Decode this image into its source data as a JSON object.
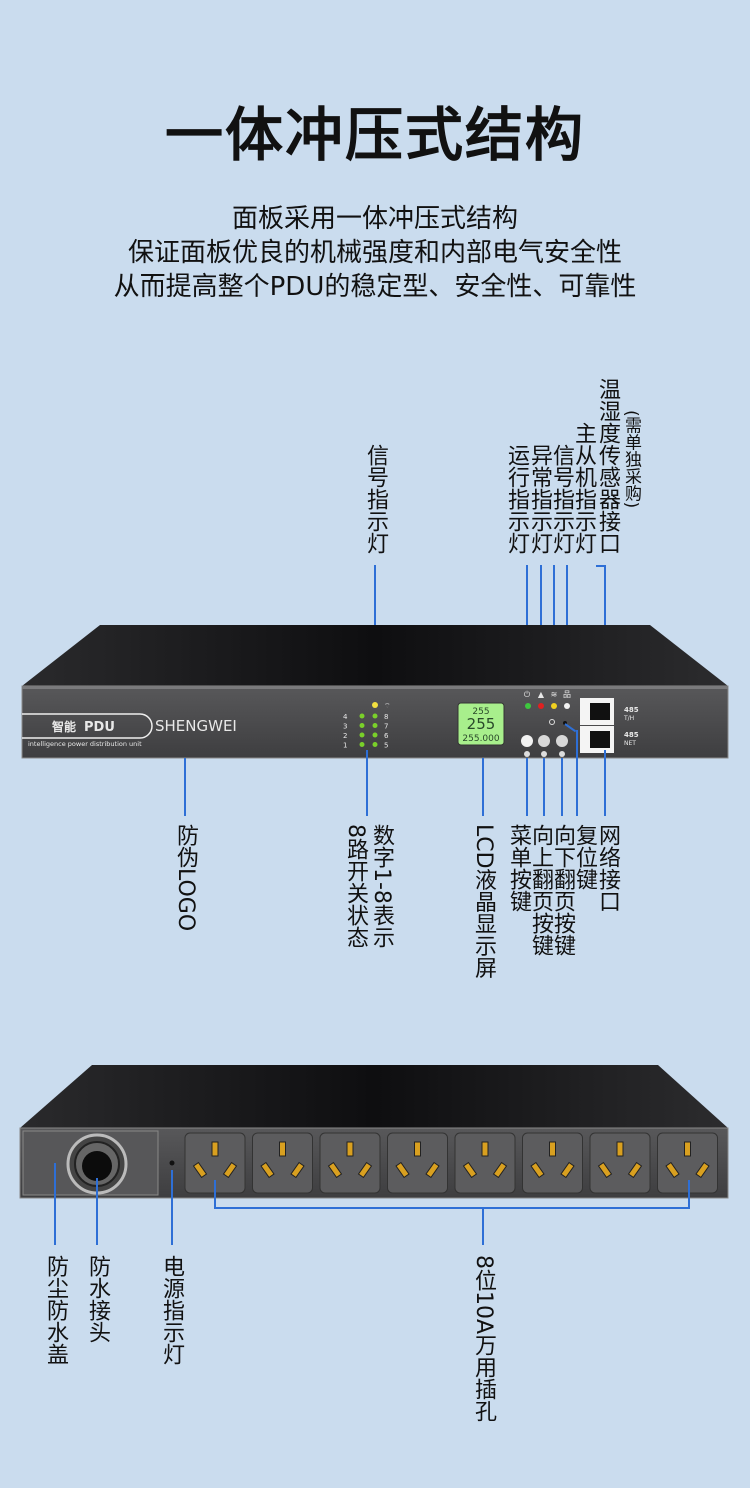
{
  "title": "一体冲压式结构",
  "subtitle_lines": [
    "面板采用一体冲压式结构",
    "保证面板优良的机械强度和内部电气安全性",
    "从而提高整个PDU的稳定型、安全性、可靠性"
  ],
  "front_panel": {
    "brand_cn": "智能",
    "brand_pdu": "PDU",
    "brand_name": "SHENGWEI",
    "tagline": "intelligence power distribution unit",
    "switch_numbers_left": [
      "4",
      "3",
      "2",
      "1"
    ],
    "switch_numbers_right": [
      "8",
      "7",
      "6",
      "5"
    ],
    "lcd_lines": [
      "255",
      "255",
      "255.000"
    ],
    "port_labels": [
      [
        "485",
        "T/H"
      ],
      [
        "485",
        "NET"
      ]
    ],
    "led_colors": {
      "run": "#3ec83e",
      "alarm": "#e02020",
      "signal": "#f0d020",
      "master": "#f2f2f2",
      "switch": "#7ad02a"
    }
  },
  "front_labels_top": {
    "signal_light": "信号指示灯",
    "run_light": "运行指示灯",
    "alarm_light": "异常指示灯",
    "signal_light2": "信号指示灯",
    "master_slave_light": "主从机指示灯",
    "th_port": "温湿度传感器接口",
    "th_port_note": "(需单独采购)"
  },
  "front_labels_bottom": {
    "logo": "防伪LOGO",
    "switch_status_1": "数字1-8表示",
    "switch_status_2": "8路开关状态",
    "lcd": "LCD液晶显示屏",
    "menu_key": "菜单按键",
    "up_key": "向上翻页按键",
    "down_key": "向下翻页按键",
    "reset_key": "复位键",
    "network_port": "网络接口"
  },
  "rear": {
    "socket_count": 8,
    "labels": {
      "dust_cover": "防尘防水盖",
      "waterproof_connector": "防水接头",
      "power_light": "电源指示灯",
      "sockets": "8位10A万用插孔"
    }
  },
  "colors": {
    "background": "#cadcee",
    "callout": "#2e6fd6",
    "panel": "#4b4b4d"
  }
}
